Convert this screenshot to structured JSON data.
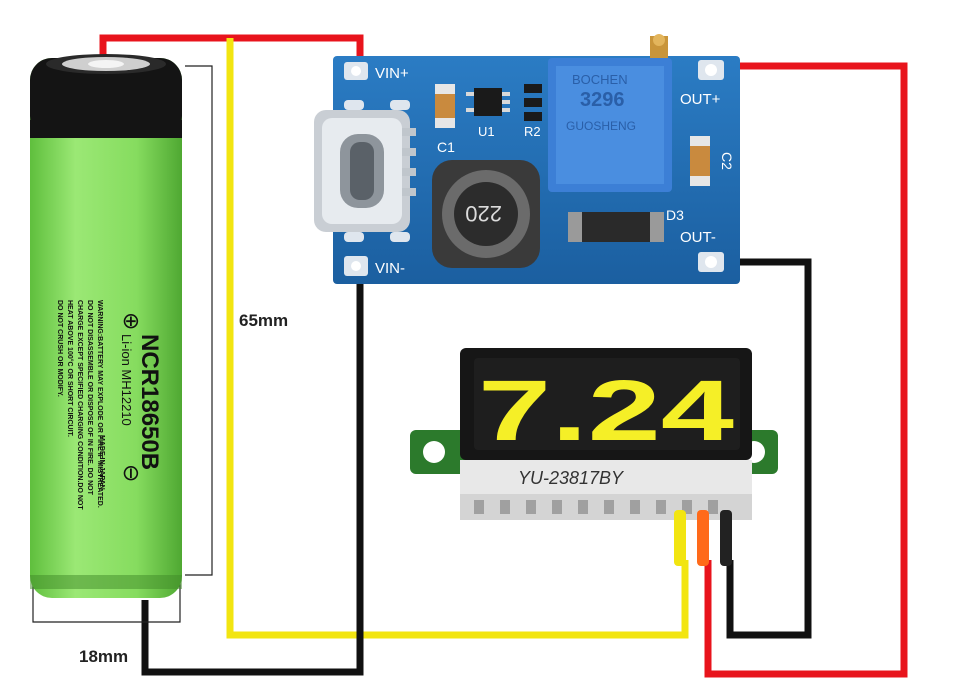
{
  "colors": {
    "wire_red": "#e8141c",
    "wire_yellow": "#f2e511",
    "wire_black": "#111111",
    "battery_green": "#7fd85a",
    "battery_black": "#141414",
    "pcb_blue": "#1f6fb5",
    "pcb_blue_light": "#3b8ad1",
    "pot_blue": "#3c7fd6",
    "display_digit": "#f5ef27",
    "voltmeter_pcb": "#2c7a2c"
  },
  "dimensions": {
    "height_label": "65mm",
    "width_label": "18mm"
  },
  "battery": {
    "model": "NCR18650B",
    "sub": "Li-ion MH12210",
    "plus_symbol": "⊕",
    "minus_symbol": "⊖",
    "warning_lines": [
      "WARNING:BATTERY MAY EXPLODE OR FIRE IF MISTREATED.",
      "DO NOT DISASSEMBLE OR DISPOSE OF IN FIRE. DO NOT",
      "CHARGE EXCEPT SPECIFIED CHARGING CONDITION.DO NOT",
      "HEAT ABOVE 100°C OR SHORT CIRCUIT.",
      "DO NOT CRUSH OR MODIFY."
    ],
    "origin": "MADE IN JAPAN"
  },
  "boost_module": {
    "vin_plus": "VIN+",
    "vin_minus": "VIN-",
    "out_plus": "OUT+",
    "out_minus": "OUT-",
    "c1": "C1",
    "c2": "C2",
    "u1": "U1",
    "r2": "R2",
    "d3": "D3",
    "inductor": "220",
    "pot_brand": "BOCHEN",
    "pot_model": "3296",
    "pot_sub": "GUOSHENG"
  },
  "voltmeter": {
    "reading": "7.24",
    "model": "YU-23817BY"
  }
}
